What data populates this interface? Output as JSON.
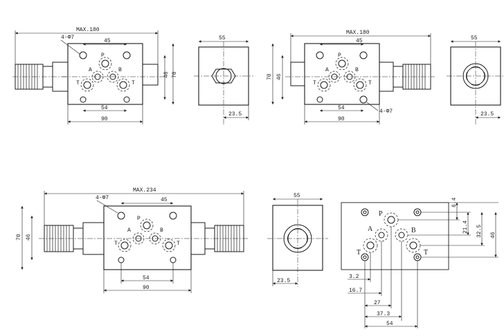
{
  "views": {
    "top_left": {
      "overall": "MAX.180",
      "holes": "4-Φ7",
      "port_spacing": "45",
      "height_inner": "46",
      "height_outer": "70",
      "width_inner": "54",
      "width_outer": "90",
      "ports": {
        "p": "P",
        "a": "A",
        "b": "B",
        "t_left": "T",
        "t_right": "T"
      }
    },
    "top_left_side": {
      "width": "55",
      "offset": "23.5"
    },
    "top_right": {
      "overall": "MAX.180",
      "holes": "4-Φ7",
      "port_spacing": "45",
      "height_inner": "46",
      "height_outer": "70",
      "width_inner": "54",
      "width_outer": "90",
      "ports": {
        "p": "P",
        "a": "A",
        "b": "B",
        "t_left": "T",
        "t_right": "T"
      }
    },
    "top_right_side": {
      "width": "55",
      "offset": "23.5"
    },
    "bottom_left": {
      "overall": "MAX.234",
      "holes": "4-Φ7",
      "port_spacing": "45",
      "height_inner": "46",
      "height_outer": "70",
      "width_inner": "54",
      "width_outer": "90",
      "ports": {
        "p": "P",
        "a": "A",
        "b": "B",
        "t_left": "T",
        "t_right": "T"
      }
    },
    "bottom_side": {
      "width": "55",
      "offset": "23.5"
    },
    "port_pattern": {
      "ports": {
        "p": "P",
        "a": "A",
        "b": "B",
        "t_left": "T",
        "t_right": "T"
      },
      "h_dims": [
        "3.2",
        "16.7",
        "27",
        "37.3",
        "54"
      ],
      "v_dims": [
        "6.4",
        "21.4",
        "32.5",
        "46"
      ]
    }
  }
}
